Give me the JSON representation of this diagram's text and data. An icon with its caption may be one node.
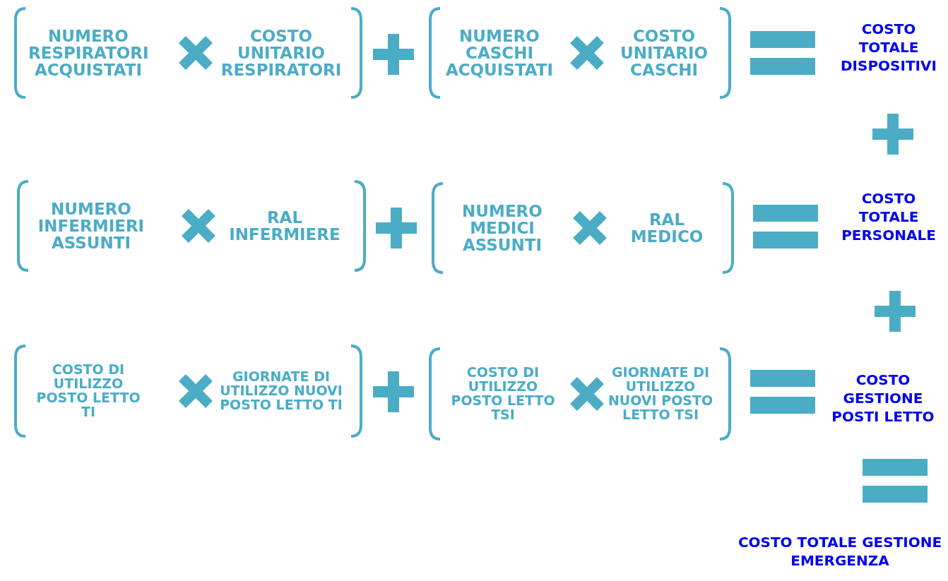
{
  "diagram": {
    "nodes": [
      {
        "text": [
          "NUMERO RESPIRATORI ACQUISTATI",
          "COSTO UNITARIO RESPIRATORI"
        ]
      },
      {
        "text": [
          "NUMERO CASCHI ACQUISTATI",
          "COSTO UNITARIO CASCHI"
        ]
      },
      {
        "text": [
          "NUMERO INFERMIERI ASSUNTI",
          "RAL INFERMIERE"
        ]
      },
      {
        "text": [
          "NUMERO MEDICI ASSUNTI",
          "RAL MEDICO"
        ]
      },
      {
        "text": [
          "COSTO DI UTILIZZO POSTO LETTO TI",
          "GIORNATE DI UTILIZZO NUOVI POSTO LETTO TI"
        ]
      },
      {
        "text": [
          "COSTO DI UTILIZZO POSTO LETTO TSI",
          "GIORNATE DI UTILIZZO NUOVI POSTO LETTO TSI"
        ]
      }
    ],
    "labels": [
      "COSTO TOTALE DISPOSITIVI",
      "COSTO TOTALE PERSONALE",
      "COSTO GESTIONE POSTI LETTO",
      "COSTO TOTALE GESTIONE EMERGENZA"
    ]
  }
}
